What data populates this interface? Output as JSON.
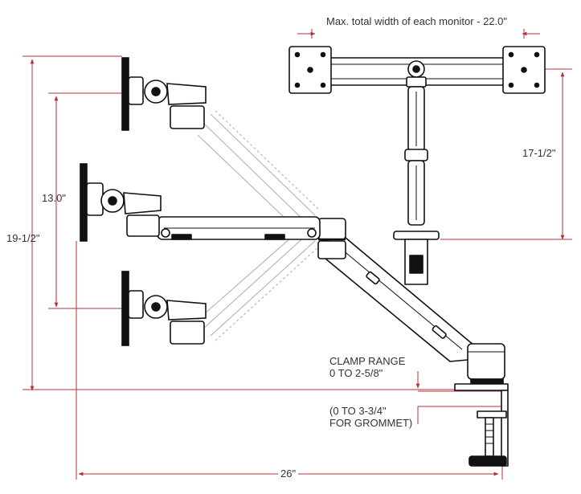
{
  "labels": {
    "max_width": "Max. total width of each monitor - 22.0\"",
    "height_total": "19-1/2\"",
    "height_inner": "13.0\"",
    "height_right": "17-1/2\"",
    "clamp_range_line1": "CLAMP RANGE",
    "clamp_range_line2": "0 TO 2-5/8\"",
    "grommet_line1": "(0 TO 3-3/4\"",
    "grommet_line2": "FOR GROMMET)",
    "reach": "26\""
  },
  "colors": {
    "dimension_line": "#b5303a",
    "outline": "#111111",
    "metal_fill": "#e6e6e6",
    "ghost": "#b8b8b8",
    "text": "#333333"
  }
}
